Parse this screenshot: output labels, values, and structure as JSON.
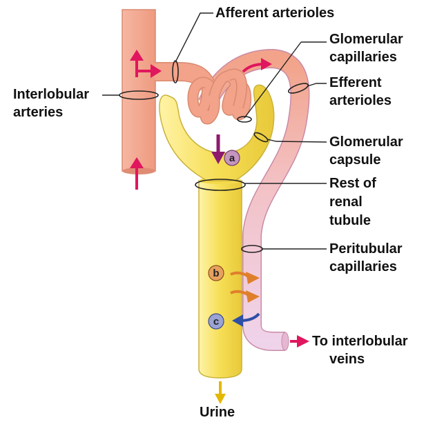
{
  "labels": {
    "afferent": "Afferent arterioles",
    "glomerular_cap_1": "Glomerular",
    "glomerular_cap_2": "capillaries",
    "interlobular_1": "Interlobular",
    "interlobular_2": "arteries",
    "efferent_1": "Efferent",
    "efferent_2": "arterioles",
    "capsule_1": "Glomerular",
    "capsule_2": "capsule",
    "rest_1": "Rest of",
    "rest_2": "renal",
    "rest_3": "tubule",
    "peritubular_1": "Peritubular",
    "peritubular_2": "capillaries",
    "veins_1": "To interlobular",
    "veins_2": "veins",
    "urine": "Urine"
  },
  "processes": {
    "a": "a",
    "b": "b",
    "c": "c"
  },
  "colors": {
    "artery": "#f2a389",
    "artery_outline": "#d98a70",
    "tubule": "#f7e36a",
    "tubule_outline": "#c9b23a",
    "peritubular": "#f1d3e6",
    "flow_arrow": "#e0165e",
    "filtration_arrow": "#8e1a6e",
    "reabsorption_arrow": "#e07f2a",
    "secretion_arrow": "#2e4fa6",
    "urine_arrow": "#e2b800",
    "badge_a": "#c595c0",
    "badge_b": "#e7a15f",
    "badge_c": "#9aa3d4"
  }
}
